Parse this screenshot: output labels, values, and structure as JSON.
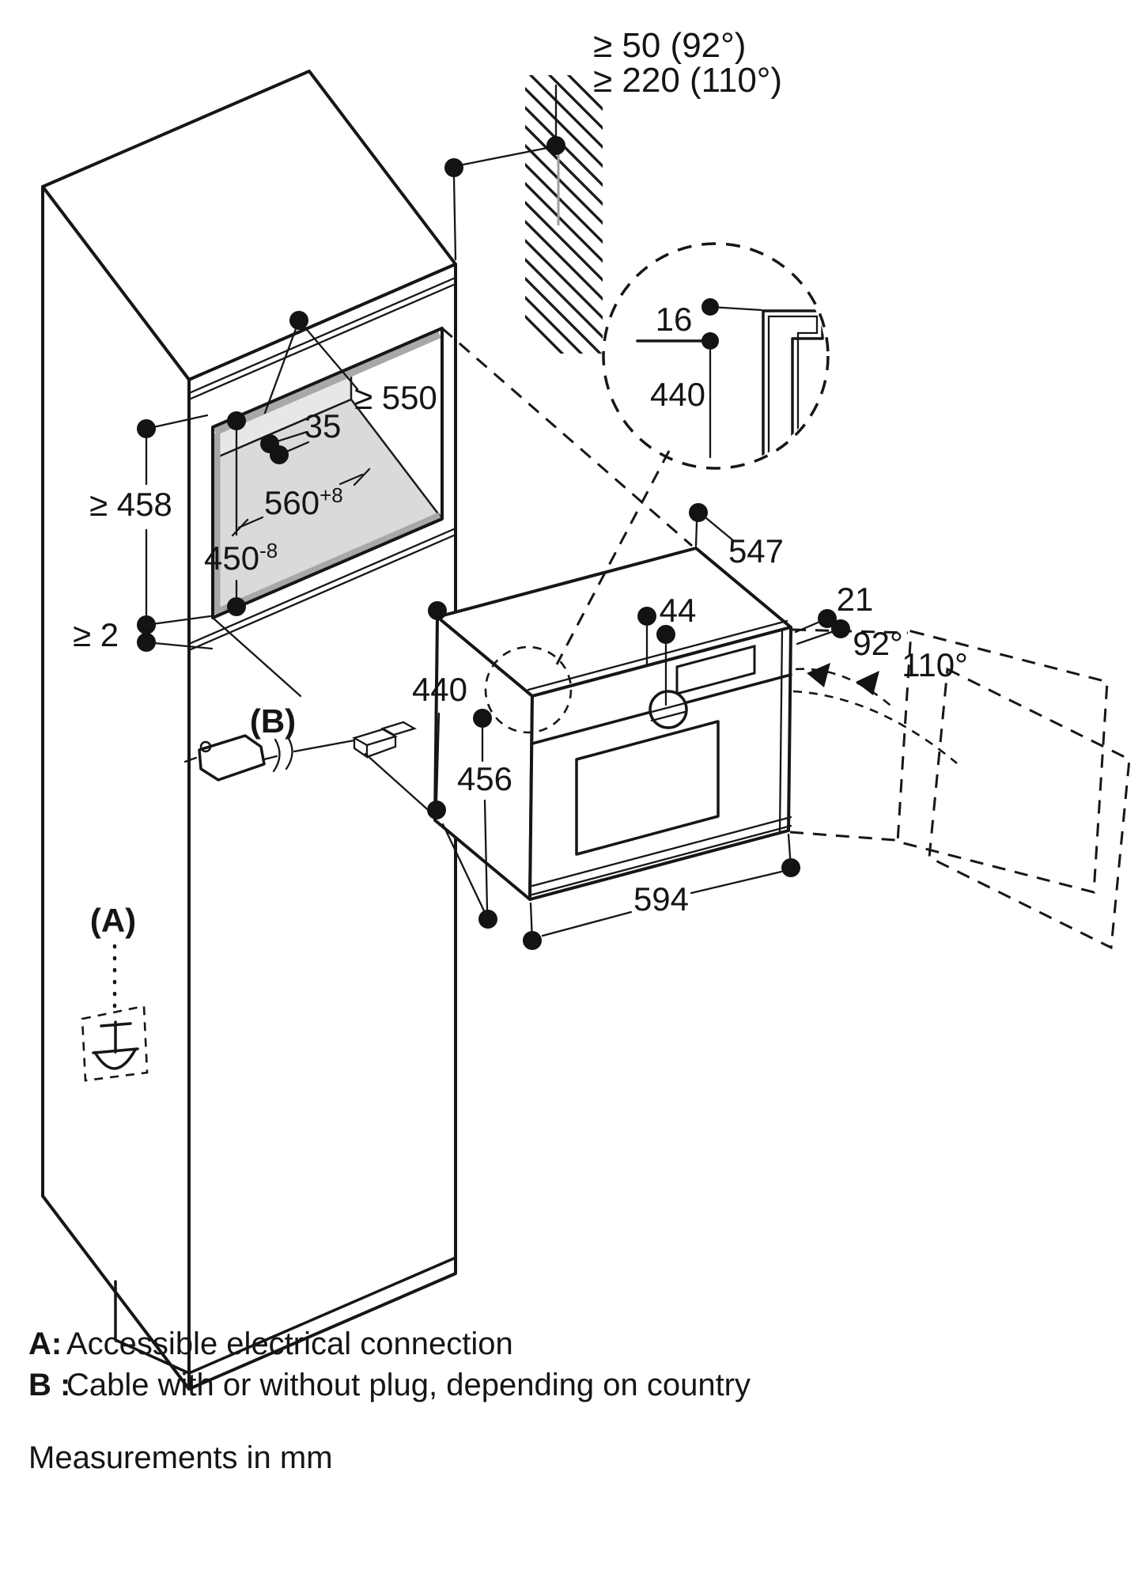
{
  "figure": {
    "clearance_92": "≥ 50 (92°)",
    "clearance_110": "≥ 220 (110°)",
    "niche_depth": "≥ 550",
    "reveal": "35",
    "niche_width": "560",
    "niche_width_tol": "+8",
    "niche_height": "450",
    "niche_height_tol": "-8",
    "housing_height": "≥ 458",
    "bottom_gap": "≥ 2",
    "detail_flange": "16",
    "detail_height": "440",
    "appliance_depth": "547",
    "door_clearance": "21",
    "angle_small": "92°",
    "angle_large": "110°",
    "panel_height": "44",
    "appliance_height": "440",
    "appliance_front_depth": "456",
    "appliance_width": "594",
    "label_a": "(A)",
    "label_b": "(B)"
  },
  "legend": {
    "a_key": "A:",
    "a_text": "Accessible electrical connection",
    "b_key": "B :",
    "b_text": "Cable with or without plug, depending on country"
  },
  "footer": "Measurements in mm"
}
